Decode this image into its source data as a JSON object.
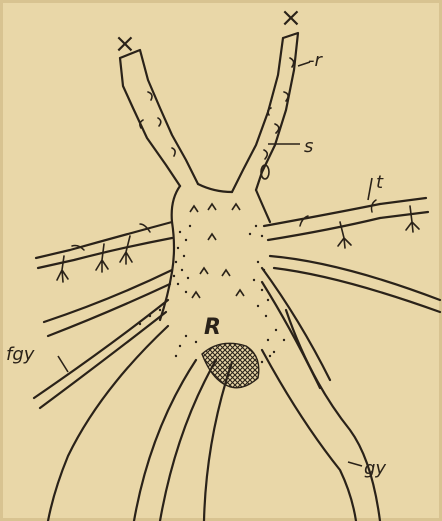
{
  "figure": {
    "colors": {
      "paper": "#e9d7a8",
      "ink": "#2a2219",
      "shadow": "#b39a6a"
    },
    "markers": {
      "cut_left": "×",
      "cut_right": "×"
    },
    "labels": {
      "r": "-r",
      "s": "s",
      "t": "t",
      "R": "R",
      "fgy": "fgy",
      "gy": "gy"
    }
  }
}
